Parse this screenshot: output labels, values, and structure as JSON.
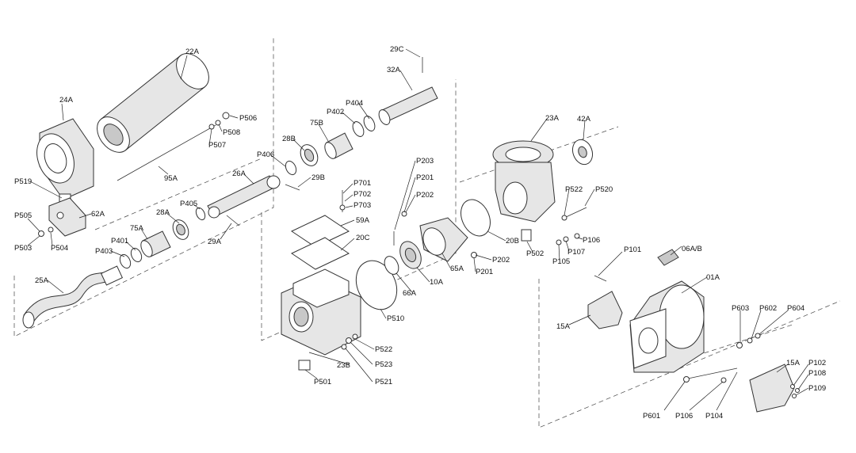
{
  "colors": {
    "line": "#333333",
    "fill_light": "#e6e6e6",
    "fill_dark": "#c8c8c8",
    "background": "#ffffff"
  },
  "labels": {
    "p22A": "22A",
    "p24A": "24A",
    "p95A": "95A",
    "p519": "P519",
    "p505": "P505",
    "p503": "P503",
    "p504": "P504",
    "p62A": "62A",
    "p506": "P506",
    "p508": "P508",
    "p507": "P507",
    "p25A": "25A",
    "p403": "P403",
    "p401": "P401",
    "p75A": "75A",
    "p28A": "28A",
    "p405": "P405",
    "p29A": "29A",
    "p26A": "26A",
    "p406": "P406",
    "p28B": "28B",
    "p75B": "75B",
    "p402": "P402",
    "p404": "P404",
    "p29B": "29B",
    "p32A": "32A",
    "p29C": "29C",
    "p701": "P701",
    "p702": "P702",
    "p703": "P703",
    "p59A": "59A",
    "p20C": "20C",
    "p510": "P510",
    "p203": "P203",
    "p201a": "P201",
    "p202a": "P202",
    "p65A": "65A",
    "p66A": "66A",
    "p10A": "10A",
    "p201b": "P201",
    "p202b": "P202",
    "p20B": "20B",
    "p23A": "23A",
    "p42A": "42A",
    "p522a": "P522",
    "p520": "P520",
    "p106a": "P106",
    "p107": "P107",
    "p105": "P105",
    "p502": "P502",
    "p23B": "23B",
    "p522b": "P522",
    "p523": "P523",
    "p521": "P521",
    "p501": "P501",
    "p101": "P101",
    "p06AB": "06A/B",
    "p01A": "01A",
    "p15Aa": "15A",
    "p603": "P603",
    "p602": "P602",
    "p604": "P604",
    "p15Ab": "15A",
    "p102": "P102",
    "p108": "P108",
    "p109": "P109",
    "p601": "P601",
    "p106b": "P106",
    "p104": "P104"
  }
}
